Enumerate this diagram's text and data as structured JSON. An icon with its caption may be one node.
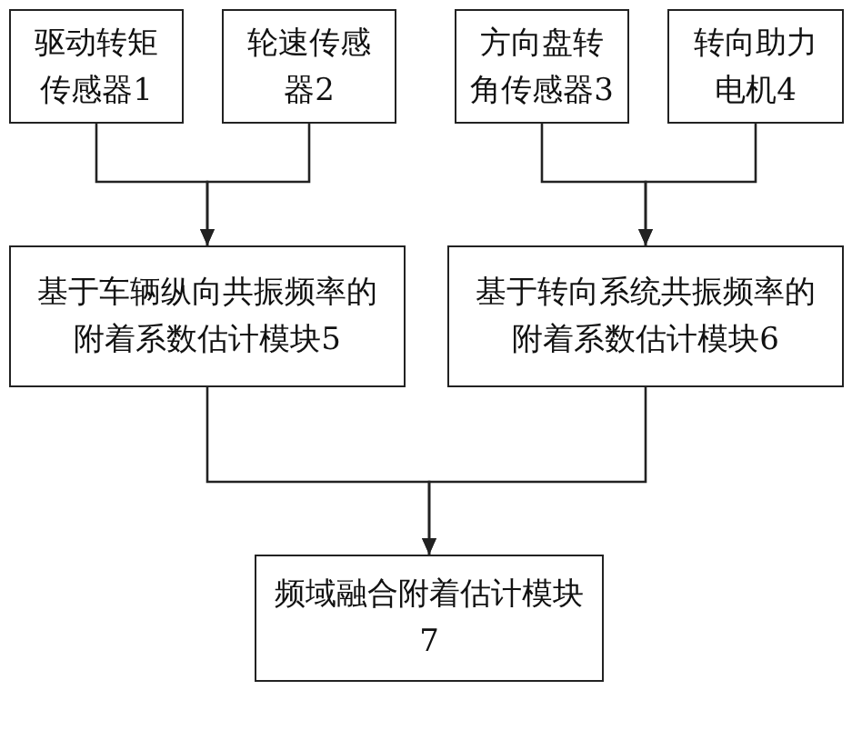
{
  "diagram": {
    "nodes": [
      {
        "text": [
          "驱动转矩传感器1"
        ]
      },
      {
        "text": [
          "轮速传感器2"
        ]
      },
      {
        "text": [
          "方向盘转角传感器3"
        ]
      },
      {
        "text": [
          "转向助力电机4"
        ]
      },
      {
        "text": [
          "基于车辆纵向共振频率的附着系数估计模块5"
        ]
      },
      {
        "text": [
          "基于转向系统共振频率的附着系数估计模块6"
        ]
      },
      {
        "text": [
          "频域融合附着估计模块7"
        ]
      }
    ],
    "edges": [
      {
        "from": 0,
        "to": 4,
        "arrow": "to"
      },
      {
        "from": 1,
        "to": 4,
        "arrow": "to"
      },
      {
        "from": 2,
        "to": 5,
        "arrow": "to"
      },
      {
        "from": 3,
        "to": 5,
        "arrow": "to"
      },
      {
        "from": 4,
        "to": 6,
        "arrow": "to"
      },
      {
        "from": 5,
        "to": 6,
        "arrow": "to"
      }
    ]
  }
}
